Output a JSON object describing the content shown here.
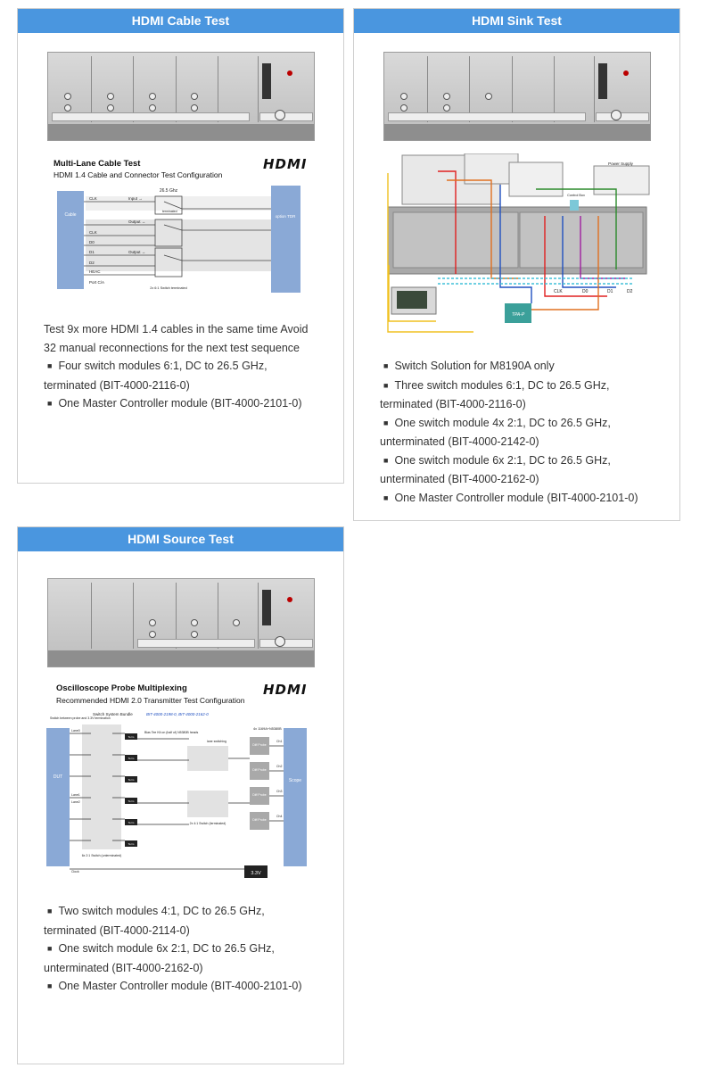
{
  "cards": {
    "cable": {
      "title": "HDMI Cable Test",
      "diagram_title": "Multi-Lane Cable Test",
      "diagram_subtitle": "HDMI 1.4 Cable and Connector Test Configuration",
      "logo": "HDMI",
      "labels": {
        "freq": "26.5 Ghz",
        "clk": "CLK",
        "input": "Input →",
        "terminated": "terminated",
        "output1": "Output →",
        "output2": "Output →",
        "lanes": [
          "CLK",
          "D0",
          "D1",
          "D2",
          "HEAC",
          "Port C/A"
        ],
        "cable": "Cable",
        "right": "option TDR",
        "switch_note": "2x 6:1 Switch terminated"
      },
      "lines": [
        "Test 9x more HDMI 1.4 cables in the same time Avoid",
        "32 manual reconnections for the next test sequence"
      ],
      "bullets": [
        [
          "Four switch modules 6:1, DC to 26.5 GHz,",
          "terminated (BIT-4000-2116-0)"
        ],
        [
          "One Master Controller module (BIT-4000-2101-0)"
        ]
      ]
    },
    "sink": {
      "title": "HDMI Sink Test",
      "labels": {
        "power": "Power Supply",
        "trap": "TPA-P",
        "clk": "CLK",
        "d0": "D0",
        "d1": "D1",
        "d2": "D2",
        "ctrl": "Control Box"
      },
      "bullets": [
        [
          "Switch Solution for M8190A only"
        ],
        [
          "Three switch modules 6:1, DC to 26.5 GHz,",
          "terminated (BIT-4000-2116-0)"
        ],
        [
          "One switch module 4x 2:1, DC to 26.5 GHz,",
          "unterminated (BIT-4000-2142-0)"
        ],
        [
          "One switch module 6x 2:1, DC to 26.5 GHz,",
          "unterminated (BIT-4000-2162-0)"
        ],
        [
          "One Master Controller module (BIT-4000-2101-0)"
        ]
      ]
    },
    "source": {
      "title": "HDMI Source Test",
      "diagram_title": "Oscilloscope Probe Multiplexing",
      "diagram_subtitle": "Recommended HDMI 2.0 Transmitter Test Configuration",
      "logo": "HDMI",
      "labels": {
        "bundle": "Switch System Bundle",
        "bundle_parts": "BIT-4000-2198-0, BIT-4000-2162-0",
        "switch_between": "Switch between probe and 3.3V termination",
        "bias": "Bias Tee Kit on (half of) N5380B heads",
        "lane_switching": "lane switching",
        "probes_note": "4x 1169A+N5380B",
        "dut": "DUT",
        "scope": "Scope",
        "lane0": "Lane0",
        "lane1": "Lane1",
        "lane2": "Lane2",
        "clock": "Clock",
        "term": "Term",
        "diff_probe": "Diff Probe",
        "channels": [
          "Ch1",
          "Ch2",
          "Ch3",
          "Ch4"
        ],
        "sw_2x4": "2x 4:1 Switch (terminated)",
        "sw_6x2": "6x 2:1 Switch (unterminated)",
        "v33": "3.3V"
      },
      "bullets": [
        [
          "Two switch modules 4:1, DC to 26.5 GHz,",
          "terminated (BIT-4000-2114-0)"
        ],
        [
          "One switch module 6x 2:1, DC to 26.5 GHz,",
          "unterminated (BIT-4000-2162-0)"
        ],
        [
          "One Master Controller module (BIT-4000-2101-0)"
        ]
      ]
    }
  },
  "colors": {
    "header": "#4a96df",
    "border": "#cfcfcf",
    "diagram_blue": "#8aa9d6"
  }
}
